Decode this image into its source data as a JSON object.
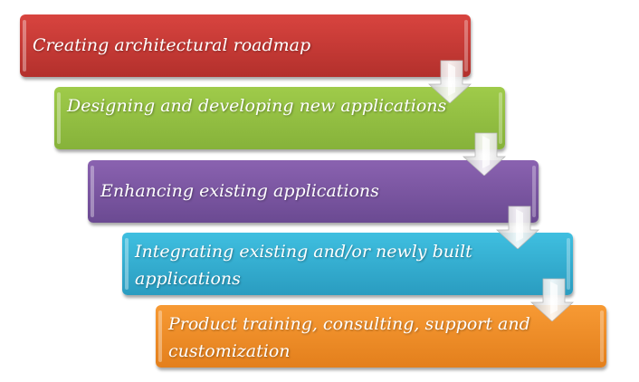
{
  "steps": [
    {
      "label": "Creating architectural roadmap",
      "color": "#c93a36"
    },
    {
      "label": "Designing and developing new applications",
      "color": "#94c043"
    },
    {
      "label": "Enhancing existing applications",
      "color": "#7a55a1"
    },
    {
      "label": "Integrating existing and/or newly built applications",
      "color": "#35aed0"
    },
    {
      "label": "Product training, consulting, support and customization",
      "color": "#ee8c28"
    }
  ]
}
